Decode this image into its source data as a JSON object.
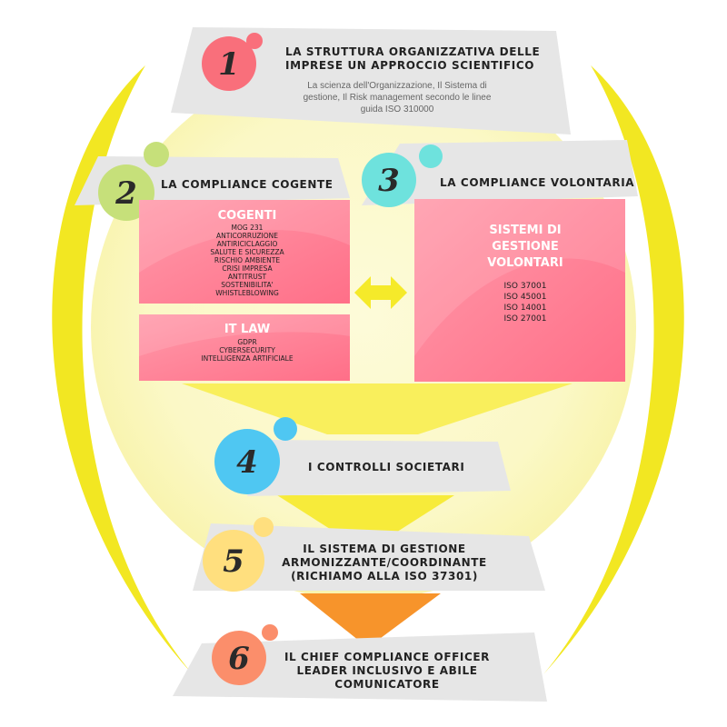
{
  "colors": {
    "yellow_arc": "#f2e722",
    "glow": "#fbf8c8",
    "banner": "#e6e6e6",
    "pink": "#ff8d9f",
    "pink_dark": "#ff5f7c",
    "funnel": "#f9f06f",
    "funnel_orange": "#f7942b",
    "circle_1": "#f96f7b",
    "circle_2": "#c6e07a",
    "circle_3": "#6ee2dd",
    "circle_4": "#4fc7f2",
    "circle_5": "#ffdf7e",
    "circle_6": "#fb8e6b"
  },
  "steps": [
    {
      "number": "1",
      "title_lines": [
        "LA STRUTTURA ORGANIZZATIVA DELLE",
        "IMPRESE UN APPROCCIO SCIENTIFICO"
      ],
      "description_lines": [
        "La scienza dell'Organizzazione, Il Sistema di",
        "gestione, Il Risk management secondo le linee",
        "guida ISO 310000"
      ]
    },
    {
      "number": "2",
      "title_lines": [
        "LA COMPLIANCE COGENTE"
      ]
    },
    {
      "number": "3",
      "title_lines": [
        "LA COMPLIANCE VOLONTARIA"
      ]
    },
    {
      "number": "4",
      "title_lines": [
        "I CONTROLLI SOCIETARI"
      ]
    },
    {
      "number": "5",
      "title_lines": [
        "IL SISTEMA DI GESTIONE",
        "ARMONIZZANTE/COORDINANTE",
        "(RICHIAMO ALLA ISO 37301)"
      ]
    },
    {
      "number": "6",
      "title_lines": [
        "IL CHIEF COMPLIANCE OFFICER",
        "LEADER INCLUSIVO E ABILE",
        "COMUNICATORE"
      ]
    }
  ],
  "cards": {
    "cogenti": {
      "heading": "COGENTI",
      "items": [
        "MOG 231",
        "ANTICORRUZIONE",
        "ANTIRICICLAGGIO",
        "SALUTE E SICUREZZA",
        "RISCHIO AMBIENTE",
        "CRISI IMPRESA",
        "ANTITRUST",
        "SOSTENIBILITA'",
        "WHISTLEBLOWING"
      ]
    },
    "itlaw": {
      "heading": "IT LAW",
      "items": [
        "GDPR",
        "CYBERSECURITY",
        "INTELLIGENZA ARTIFICIALE"
      ]
    },
    "volontari": {
      "heading_lines": [
        "SISTEMI DI",
        "GESTIONE",
        "VOLONTARI"
      ],
      "items": [
        "ISO 37001",
        "ISO 45001",
        "ISO 14001",
        "ISO 27001"
      ]
    }
  },
  "icons": {
    "connector": "double-arrow-icon"
  }
}
